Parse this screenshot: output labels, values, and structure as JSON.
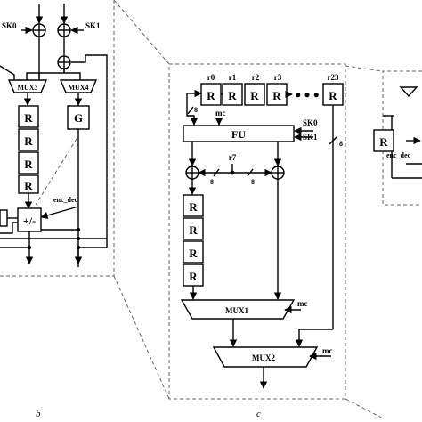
{
  "panel_b": {
    "key_inputs": [
      "SK0",
      "SK1"
    ],
    "mux_left": "MUX3",
    "mux_right": "MUX4",
    "register": "R",
    "g_block": "G",
    "enc_dec": "enc_dec",
    "plus_minus": "+/-",
    "caption": "b"
  },
  "panel_c": {
    "reg_labels": [
      "r0",
      "r1",
      "r2",
      "r3",
      "r23"
    ],
    "reg_text": "R",
    "dots": "● ● ●",
    "bus8": "8",
    "mc": "mc",
    "fu": "FU",
    "sk0": "SK0",
    "sk1": "SK1",
    "r7": "r7",
    "mux1": "MUX1",
    "mux2": "MUX2",
    "caption": "c"
  },
  "panel_d": {
    "register": "R",
    "enc_dec": "enc_dec"
  }
}
